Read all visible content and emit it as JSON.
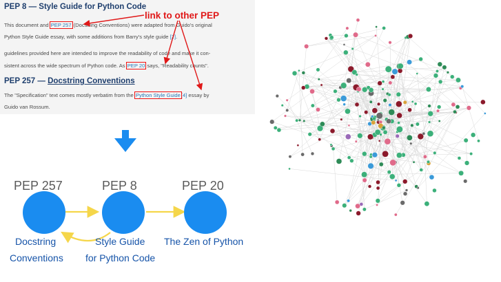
{
  "document": {
    "pep8_title": {
      "number": "PEP 8",
      "dash": " — ",
      "name": "Style Guide for Python Code"
    },
    "pep8_para_line1": {
      "before": "This document and ",
      "link": "PEP 257",
      "after": " (Docstring Conventions) were adapted from Guido's original"
    },
    "pep8_para_line2": {
      "before": "Python Style Guide essay, with some additions from Barry's style guide ",
      "ref": "[2]",
      "after": "."
    },
    "pep8_para_line3": {
      "text": "guidelines provided here are intended to improve the readability of code and make it con-"
    },
    "pep8_para_line4": {
      "before": "sistent across the wide spectrum of Python code. As ",
      "link": "PEP 20",
      "after": " says, \"Readability counts\"."
    },
    "pep257_title": {
      "number": "PEP 257",
      "dash": " — ",
      "name": "Docstring Conventions"
    },
    "pep257_para_line1": {
      "before": "The \"Specification\" text comes mostly verbatim from the ",
      "link": "Python Style Guide",
      "ref": "[4]",
      "after": " essay by"
    },
    "pep257_para_line2": {
      "text": "Guido van Rossum."
    }
  },
  "annotation": {
    "label": "link to other PEP",
    "color": "#e01818"
  },
  "diagram": {
    "nodes": [
      {
        "title": "PEP 257",
        "desc_line1": "Docstring",
        "desc_line2": "Conventions"
      },
      {
        "title": "PEP 8",
        "desc_line1": "Style Guide",
        "desc_line2": "for Python Code"
      },
      {
        "title": "PEP 20",
        "desc_line1": "The Zen of Python",
        "desc_line2": ""
      }
    ],
    "node_color": "#1a8cf0",
    "edge_color": "#f5e07a",
    "down_arrow_color": "#1a8cf0"
  },
  "network_graph": {
    "node_colors": [
      "#3cb07a",
      "#2e8b57",
      "#8b1a2b",
      "#e06a8a",
      "#6a6a6a",
      "#3a9ad9",
      "#d9a23a",
      "#9a6ab8"
    ],
    "edge_color": "#d8d8d8"
  }
}
